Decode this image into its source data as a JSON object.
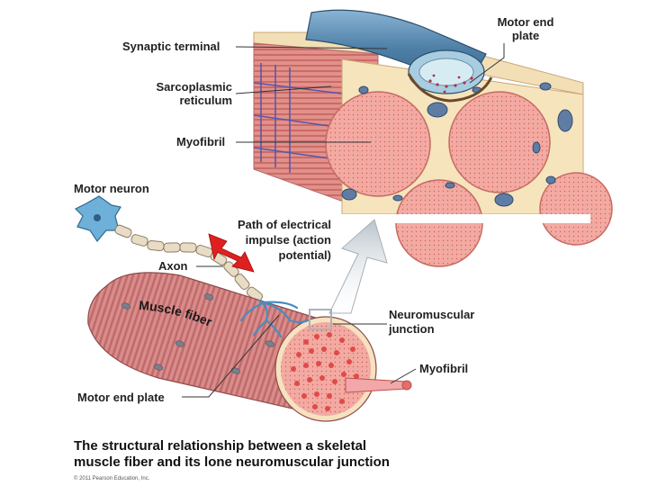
{
  "labels": {
    "synaptic_terminal": "Synaptic terminal",
    "sarcoplasmic_1": "Sarcoplasmic",
    "sarcoplasmic_2": "reticulum",
    "myofibril_top": "Myofibril",
    "motor_end_plate_top_1": "Motor end",
    "motor_end_plate_top_2": "plate",
    "motor_neuron": "Motor neuron",
    "path_1": "Path of electrical",
    "path_2": "impulse (action",
    "path_3": "potential)",
    "axon": "Axon",
    "muscle_fiber": "Muscle fiber",
    "neuromuscular_1": "Neuromuscular",
    "neuromuscular_2": "junction",
    "myofibril_right": "Myofibril",
    "motor_end_plate_bottom": "Motor end plate"
  },
  "caption": {
    "line1": "The structural relationship between a skeletal",
    "line2": "muscle fiber and its lone neuromuscular junction"
  },
  "copyright": "© 2011 Pearson Education, Inc.",
  "colors": {
    "muscle": "#d98a8a",
    "muscle_dark": "#b85e5e",
    "myofibril_pink": "#f0a8a0",
    "cytoplasm": "#f6e7c6",
    "axon_blue": "#5f8fb5",
    "neuron_blue": "#6fb0d8",
    "impulse_red": "#e02020"
  }
}
